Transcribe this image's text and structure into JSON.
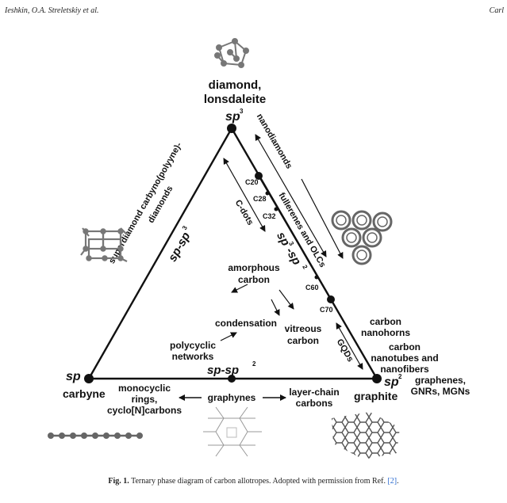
{
  "header": {
    "authors": "Ieshkin, O.A. Streletskiy et al.",
    "right": "Carl"
  },
  "vertices": {
    "top": {
      "label1": "diamond,",
      "label2": "lonsdaleite",
      "hyb": "sp",
      "sup": "3"
    },
    "left": {
      "hyb": "sp",
      "label": "carbyne"
    },
    "right": {
      "hyb": "sp",
      "sup": "2",
      "label": "graphite"
    }
  },
  "edges": {
    "left_line1": "superdiamond  carbyno(polyyne)-",
    "left_line2": "diamonds",
    "left_hyb": "sp-sp",
    "left_hyb_sup": "3",
    "right_line1": "nanodiamonds",
    "right_line2": "fullerenes and OLCs",
    "inner_hyb": "sp",
    "inner_hyb_sup1": "3",
    "inner_hyb_mid": "-sp",
    "inner_hyb_sup2": "2",
    "bottom_hyb": "sp-sp",
    "bottom_hyb_sup": "2"
  },
  "fullerenes": [
    "C20",
    "C28",
    "C32",
    "C60",
    "C70"
  ],
  "interior": {
    "cdots": "C-dots",
    "amorphous1": "amorphous",
    "amorphous2": "carbon",
    "condensation": "condensation",
    "vitreous1": "vitreous",
    "vitreous2": "carbon",
    "polycyclic1": "polycyclic",
    "polycyclic2": "networks",
    "gqds": "GQDs"
  },
  "bottom": {
    "mono1": "monocyclic",
    "mono2": "rings,",
    "mono3": "cyclo[N]carbons",
    "graphynes": "graphynes",
    "layer1": "layer-chain",
    "layer2": "carbons"
  },
  "right_side": {
    "nanohorns1": "carbon",
    "nanohorns2": "nanohorns",
    "nanotubes1": "carbon",
    "nanotubes2": "nanotubes and",
    "nanotubes3": "nanofibers",
    "graphenes1": "graphenes,",
    "graphenes2": "GNRs, MGNs"
  },
  "caption": {
    "label": "Fig. 1.",
    "text": " Ternary phase diagram of carbon allotropes. Adopted with permission from Ref. ",
    "ref": "[2]",
    "end": "."
  }
}
